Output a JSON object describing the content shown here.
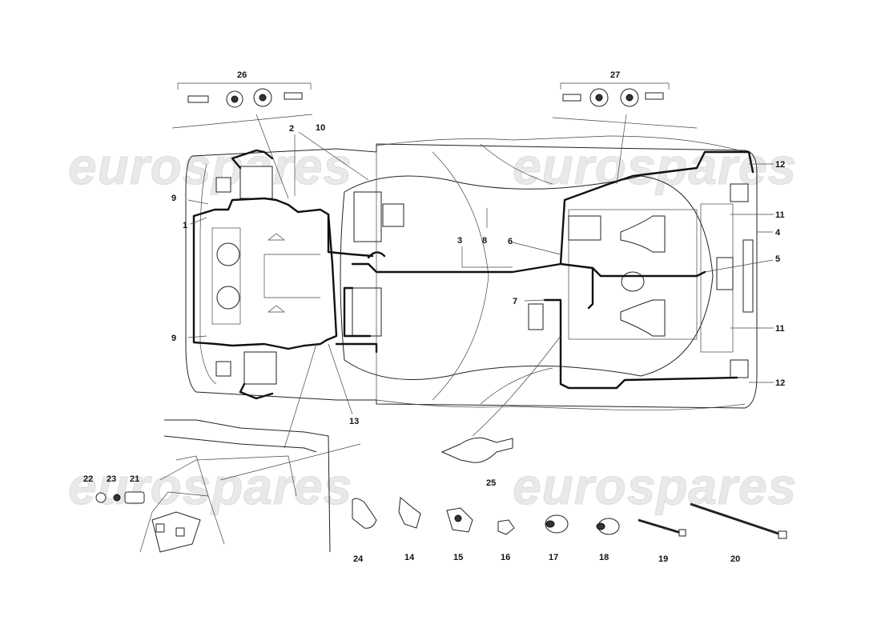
{
  "watermarks": [
    "eurospares",
    "eurospares",
    "eurospares",
    "eurospares"
  ],
  "callouts": {
    "c1": "1",
    "c2": "2",
    "c3": "3",
    "c4": "4",
    "c5": "5",
    "c6": "6",
    "c7": "7",
    "c8": "8",
    "c9a": "9",
    "c9b": "9",
    "c10": "10",
    "c11a": "11",
    "c11b": "11",
    "c12a": "12",
    "c12b": "12",
    "c13": "13",
    "c14": "14",
    "c15": "15",
    "c16": "16",
    "c17": "17",
    "c18": "18",
    "c19": "19",
    "c20": "20",
    "c21": "21",
    "c22": "22",
    "c23": "23",
    "c24": "24",
    "c25": "25",
    "c26": "26",
    "c27": "27"
  },
  "colors": {
    "line": "#222222",
    "watermark": "#e9e9e9",
    "background": "#ffffff"
  }
}
